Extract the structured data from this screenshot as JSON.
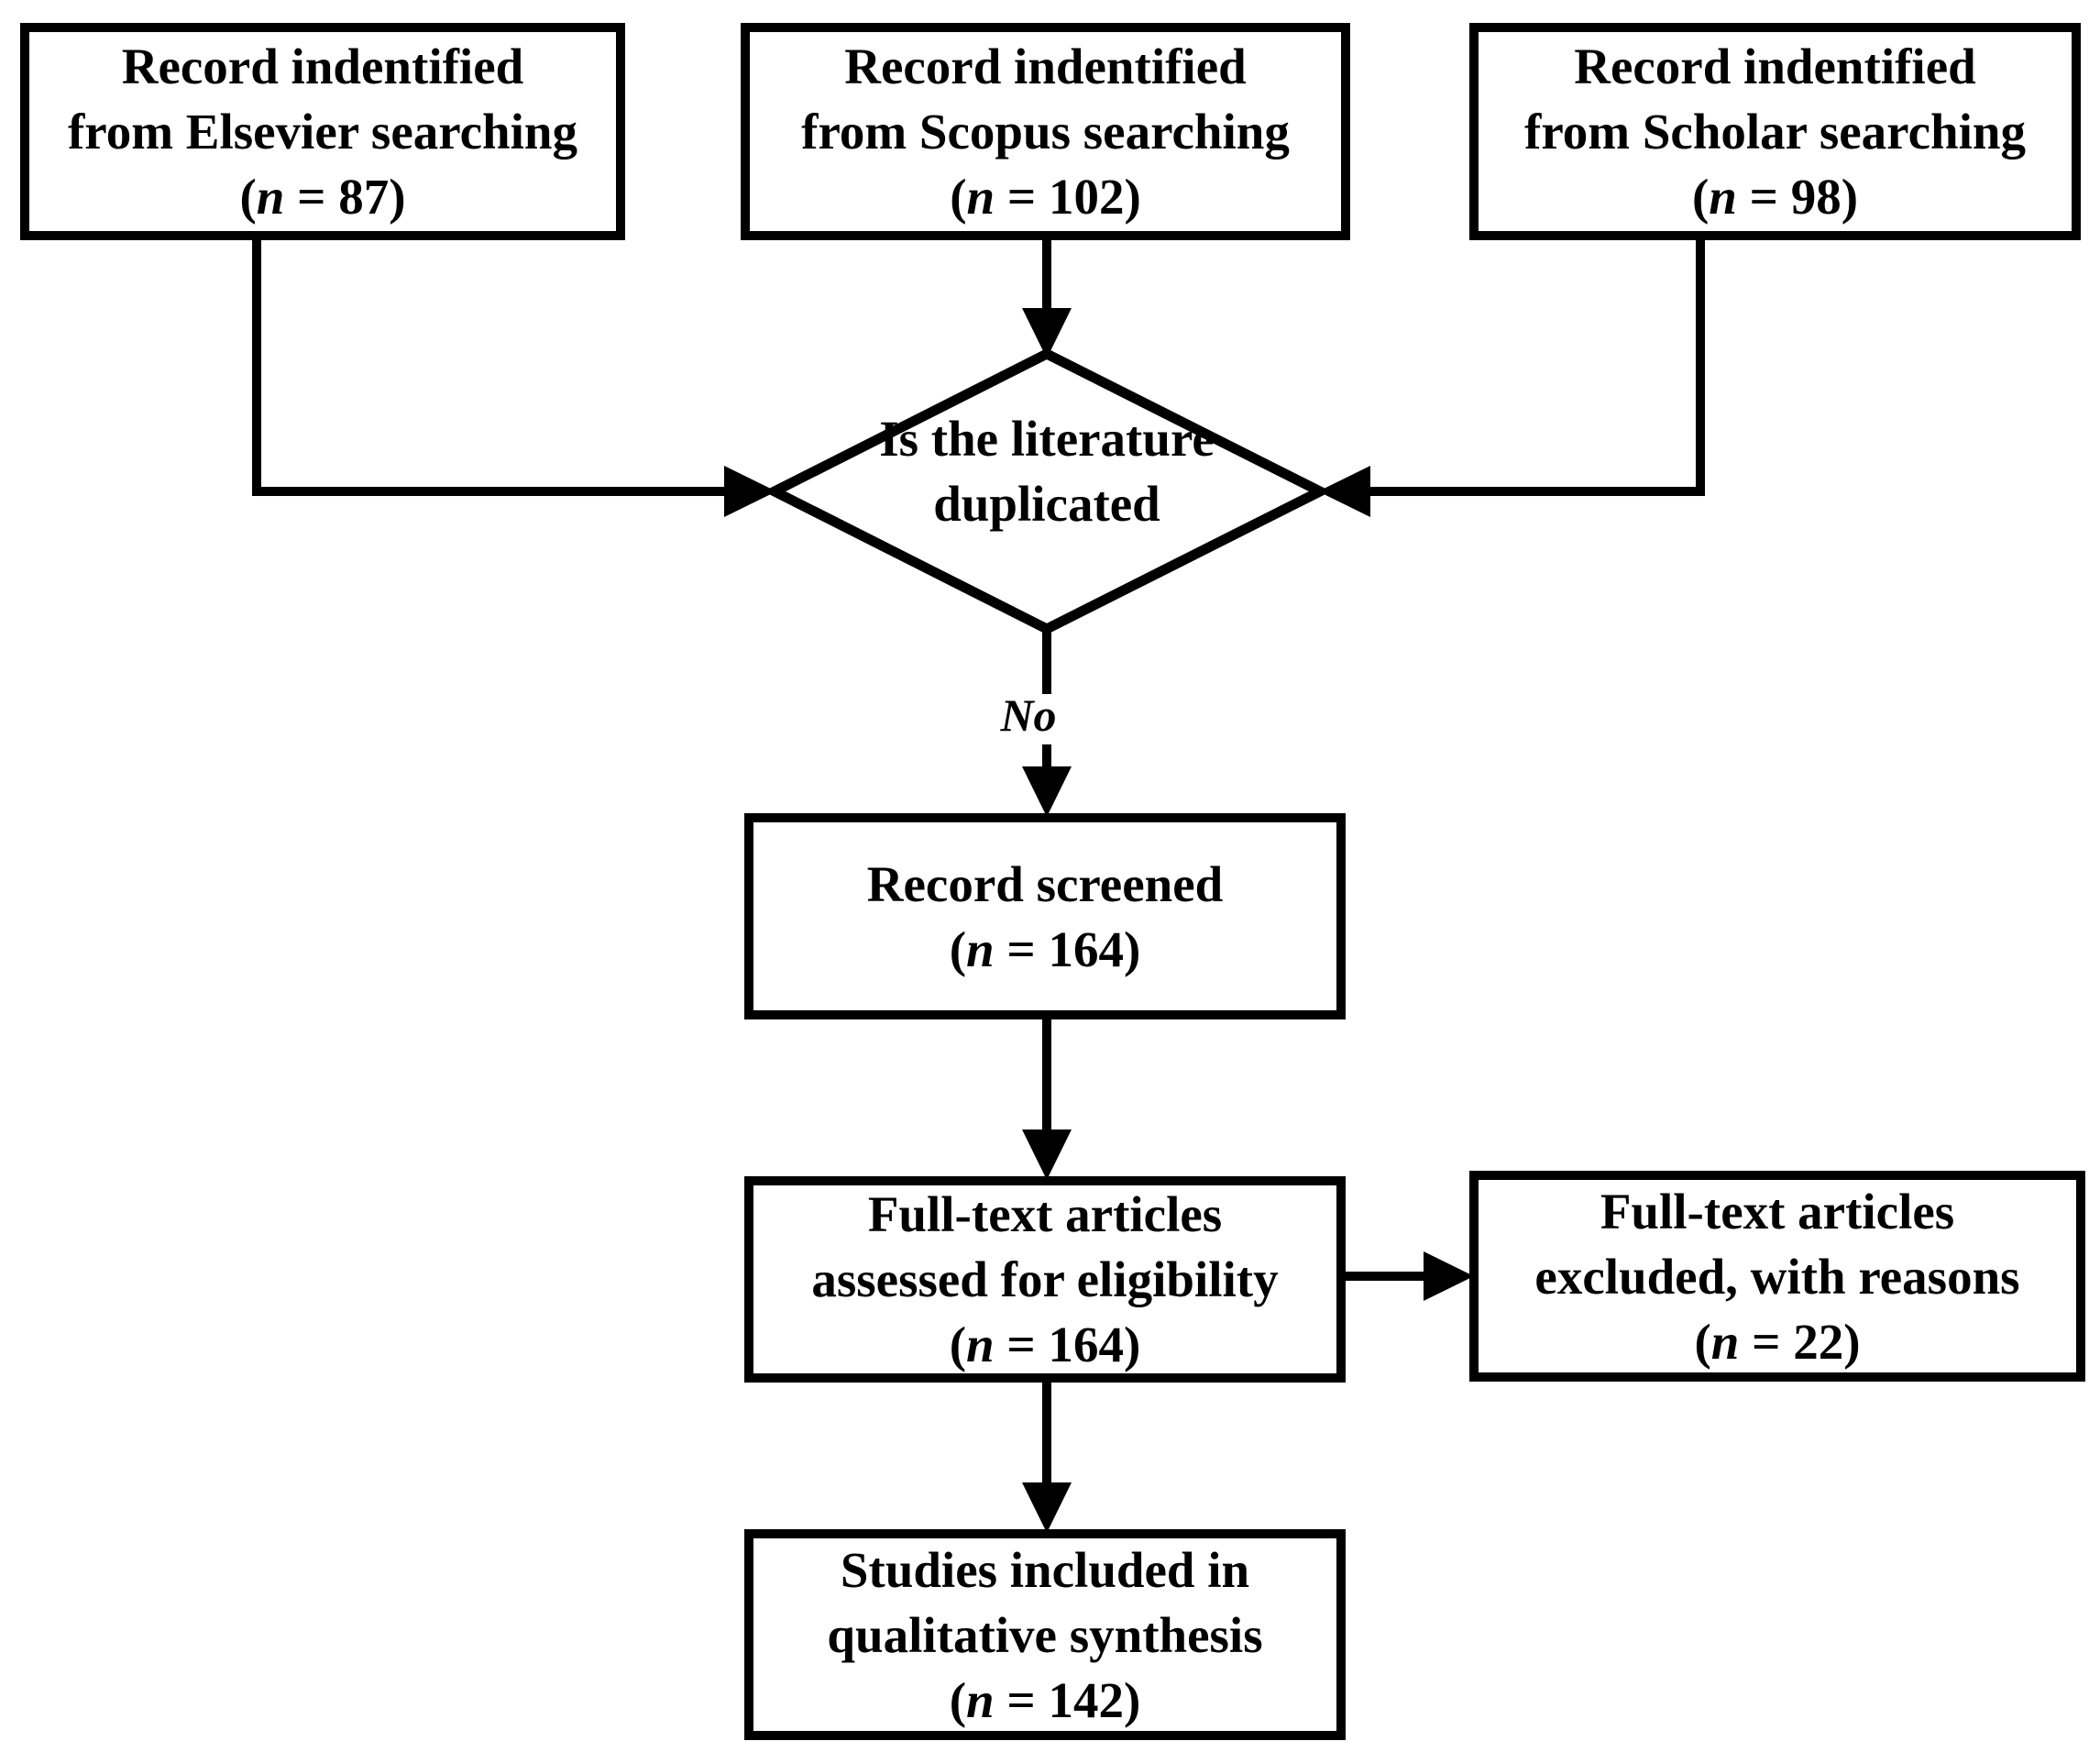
{
  "palette": {
    "background": "#ffffff",
    "stroke": "#000000",
    "text": "#000000"
  },
  "sources": {
    "elsevier": {
      "line1": "Record indentified",
      "line2": "from Elsevier searching",
      "count": {
        "open": "(",
        "var": "n",
        "rest": " = 87)"
      }
    },
    "scopus": {
      "line1": "Record indentified",
      "line2": "from Scopus searching",
      "count": {
        "open": "(",
        "var": "n",
        "rest": " = 102)"
      }
    },
    "scholar": {
      "line1": "Record indentified",
      "line2": "from Scholar searching",
      "count": {
        "open": "(",
        "var": "n",
        "rest": " = 98)"
      }
    }
  },
  "decision": {
    "line1": "Is the literature",
    "line2": "duplicated",
    "branch_label": "No"
  },
  "steps": {
    "screened": {
      "line1": "Record screened",
      "count": {
        "open": "(",
        "var": "n",
        "rest": " = 164)"
      }
    },
    "assessed": {
      "line1": "Full-text articles",
      "line2": "assessed for eligibility",
      "count": {
        "open": "(",
        "var": "n",
        "rest": " = 164)"
      }
    },
    "excluded": {
      "line1": "Full-text articles",
      "line2": "excluded, with reasons",
      "count": {
        "open": "(",
        "var": "n",
        "rest": " = 22)"
      }
    },
    "included": {
      "line1": "Studies included in",
      "line2": "qualitative synthesis",
      "count": {
        "open": "(",
        "var": "n",
        "rest": " = 142)"
      }
    }
  }
}
